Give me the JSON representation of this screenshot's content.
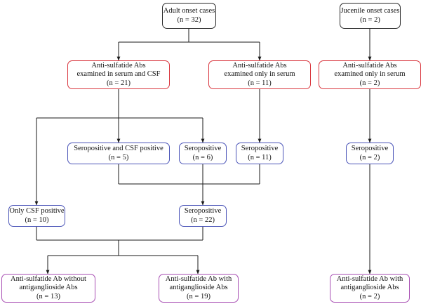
{
  "nodes": {
    "adult_onset": {
      "title": "Adult onset cases",
      "count": "(n = 32)",
      "color": "#2a2a2a"
    },
    "juvenile_onset": {
      "title": "Jucenile onset cases",
      "count": "(n = 2)",
      "color": "#2a2a2a"
    },
    "adult_serum_csf": {
      "line1": "Anti-sulfatide Abs",
      "line2": "examined in serum and CSF",
      "count": "(n = 21)",
      "color": "#d9363e"
    },
    "adult_serum_only": {
      "line1": "Anti-sulfatide Abs",
      "line2": "examined only in serum",
      "count": "(n = 11)",
      "color": "#d9363e"
    },
    "juvenile_serum_only": {
      "line1": "Anti-sulfatide Abs",
      "line2": "examined only in serum",
      "count": "(n = 2)",
      "color": "#d9363e"
    },
    "sero_and_csf": {
      "title": "Seropositive and CSF positive",
      "count": "(n = 5)",
      "color": "#4b55b8"
    },
    "sero_6": {
      "title": "Seropositive",
      "count": "(n = 6)",
      "color": "#4b55b8"
    },
    "sero_11": {
      "title": "Seropositive",
      "count": "(n = 11)",
      "color": "#4b55b8"
    },
    "juvenile_sero": {
      "title": "Seropositive",
      "count": "(n = 2)",
      "color": "#4b55b8"
    },
    "only_csf": {
      "title": "Only CSF positive",
      "count": "(n = 10)",
      "color": "#4b55b8"
    },
    "sero_22": {
      "title": "Seropositive",
      "count": "(n = 22)",
      "color": "#4b55b8"
    },
    "without_gang": {
      "line1": "Anti-sulfatide Ab without",
      "line2": "antiganglioside Abs",
      "count": "(n = 13)",
      "color": "#a84fb3"
    },
    "with_gang_19": {
      "line1": "Anti-sulfatide Ab with",
      "line2": "antiganglioside Abs",
      "count": "(n = 19)",
      "color": "#a84fb3"
    },
    "with_gang_2": {
      "line1": "Anti-sulfatide Ab with",
      "line2": "antiganglioside Abs",
      "count": "(n = 2)",
      "color": "#a84fb3"
    }
  },
  "line_color": "#1a1a1a"
}
